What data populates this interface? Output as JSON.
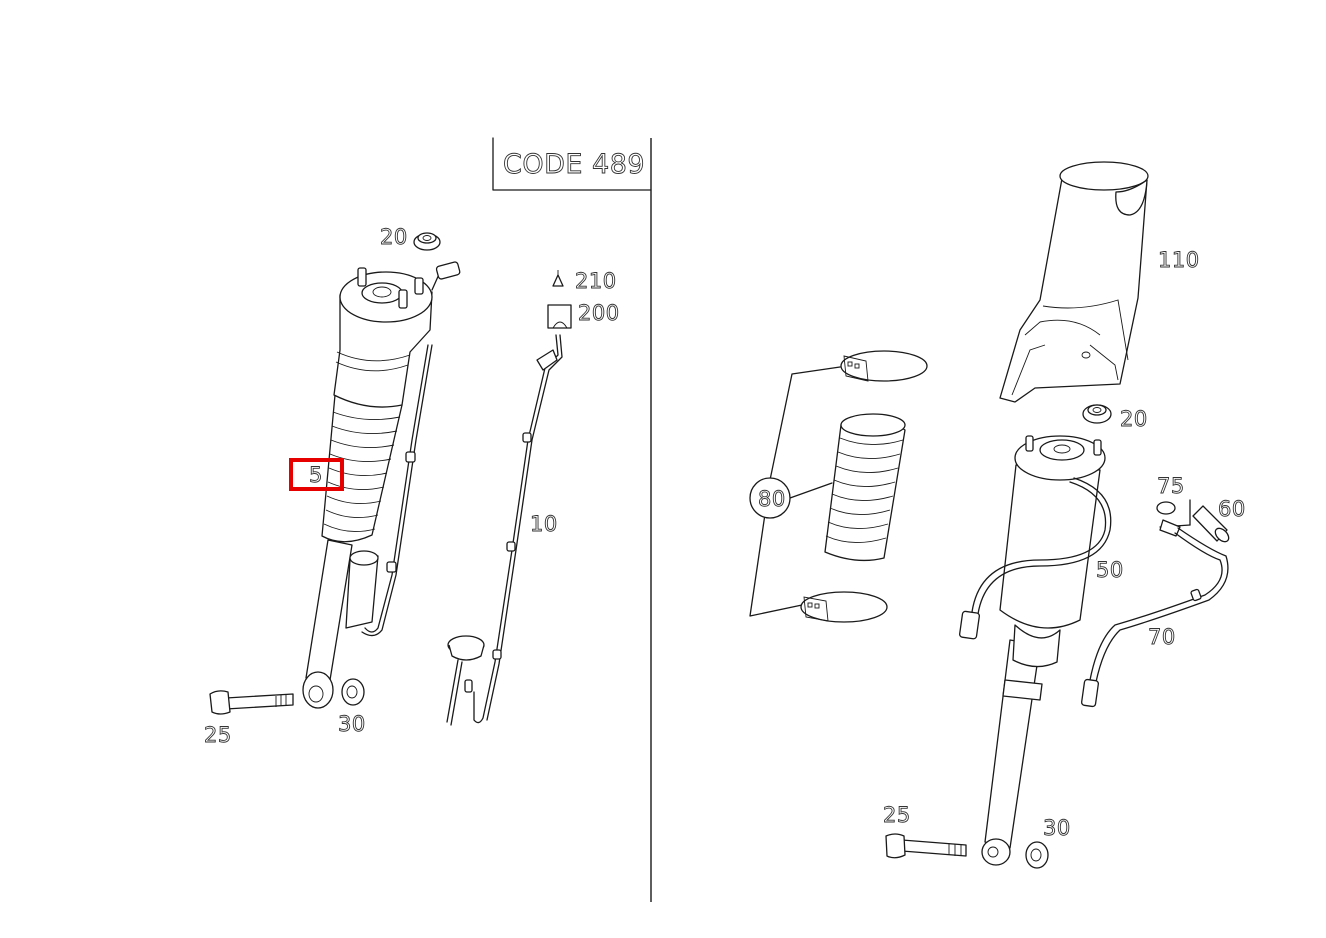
{
  "code_box": {
    "text": "CODE 489"
  },
  "left_view": {
    "labels": {
      "p20": "20",
      "p210": "210",
      "p200": "200",
      "p5": "5",
      "p10": "10",
      "p25": "25",
      "p30": "30"
    },
    "highlighted_part": "5"
  },
  "right_view": {
    "labels": {
      "p110": "110",
      "p20": "20",
      "p80": "80",
      "p75": "75",
      "p60": "60",
      "p50": "50",
      "p70": "70",
      "p25": "25",
      "p30": "30"
    }
  },
  "colors": {
    "highlight": "#e60000",
    "line": "#1a1a1a",
    "background": "#ffffff"
  }
}
